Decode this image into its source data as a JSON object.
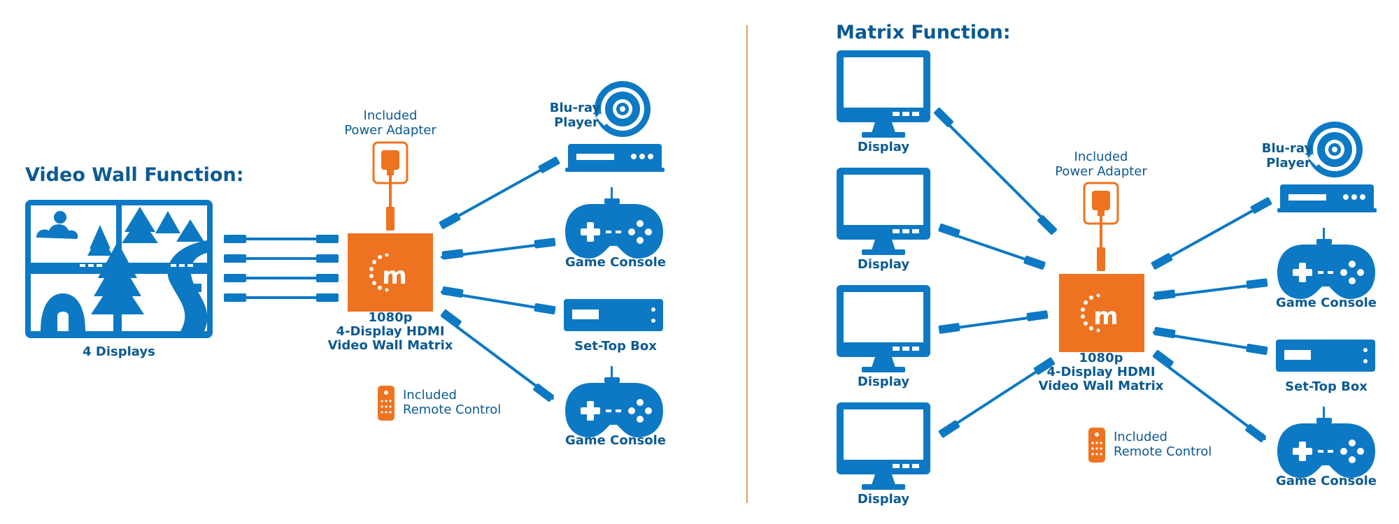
{
  "video_wall": {
    "title": "Video Wall Function:",
    "displays_label": "4 Displays",
    "power_label_line1": "Included",
    "power_label_line2": "Power Adapter",
    "matrix_line1": "1080p",
    "matrix_line2": "4-Display HDMI",
    "matrix_line3": "Video Wall Matrix",
    "remote_line1": "Included",
    "remote_line2": "Remote Control",
    "bluray_line1": "Blu-ray",
    "bluray_line2": "Player",
    "console1": "Game Console",
    "settop": "Set-Top Box",
    "console2": "Game Console"
  },
  "matrix": {
    "title": "Matrix Function:",
    "display_labels": [
      "Display",
      "Display",
      "Display",
      "Display"
    ],
    "power_label_line1": "Included",
    "power_label_line2": "Power Adapter",
    "matrix_line1": "1080p",
    "matrix_line2": "4-Display HDMI",
    "matrix_line3": "Video Wall Matrix",
    "remote_line1": "Included",
    "remote_line2": "Remote Control",
    "bluray_line1": "Blu-ray",
    "bluray_line2": "Player",
    "console1": "Game Console",
    "settop": "Set-Top Box",
    "console2": "Game Console"
  },
  "logo_letter": "m",
  "colors": {
    "blue": "#0d79c4",
    "dark_blue": "#0b5a93",
    "orange": "#ee7320",
    "divider": "#e3a257"
  }
}
